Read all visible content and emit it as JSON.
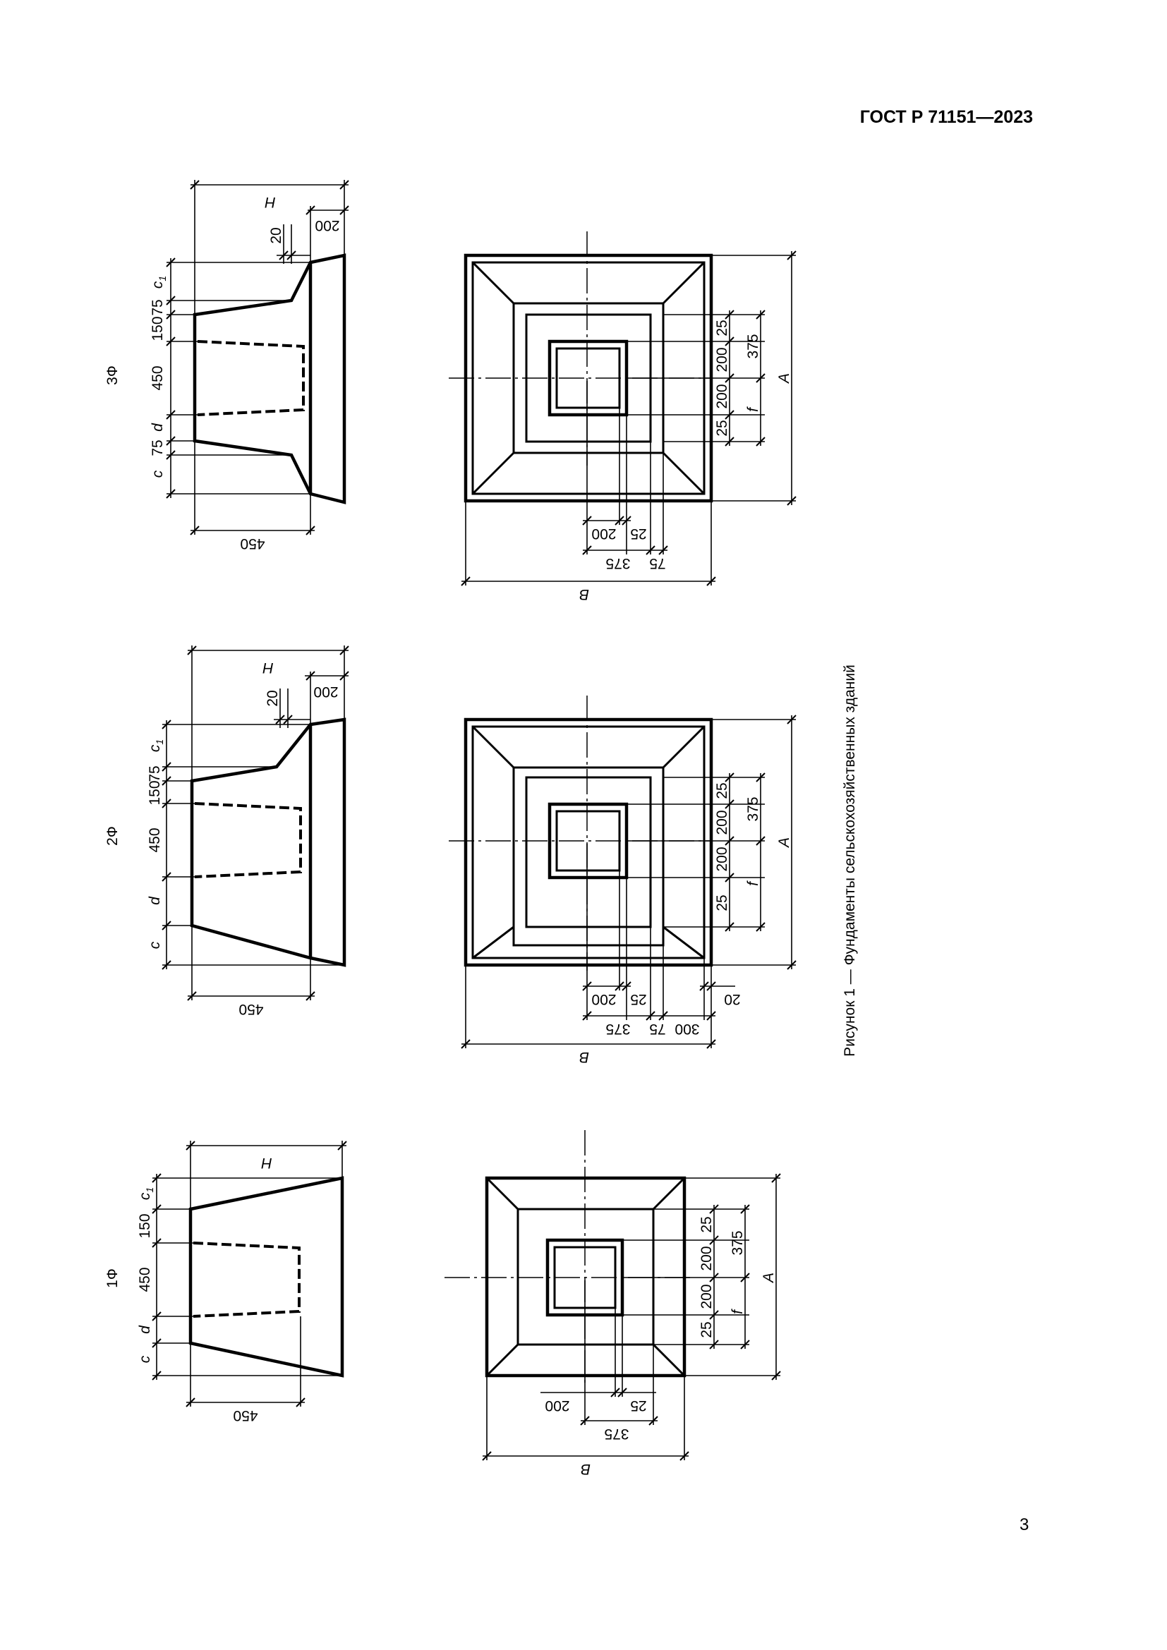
{
  "header": {
    "standard": "ГОСТ Р 71151—2023"
  },
  "page_number": "3",
  "figure": {
    "caption": "Рисунок 1 — Фундаменты сельскохозяйственных зданий",
    "variants": [
      {
        "name": "3Ф",
        "section_dims": {
          "c1": "c",
          "c1_sub": "1",
          "d75a": "75",
          "d150": "150",
          "d450": "450",
          "d75b": "75",
          "d": "d",
          "c": "c",
          "h": "H",
          "h200": "200",
          "h20": "20",
          "w450": "450"
        },
        "plan_dims": {
          "r25a": "25",
          "r200a": "200",
          "r200b": "200",
          "r25b": "25",
          "r375": "375",
          "rf": "f",
          "rA": "A",
          "b200": "200",
          "b25": "25",
          "b375": "375",
          "b75": "75",
          "bB": "B"
        }
      },
      {
        "name": "2Ф",
        "section_dims": {
          "c1": "c",
          "c1_sub": "1",
          "d75": "75",
          "d150": "150",
          "d450": "450",
          "d": "d",
          "c": "c",
          "h": "H",
          "h200": "200",
          "h20": "20",
          "w450": "450"
        },
        "plan_dims": {
          "r25a": "25",
          "r200a": "200",
          "r200b": "200",
          "r25b": "25",
          "r375": "375",
          "rf": "f",
          "rA": "A",
          "b200": "200",
          "b25": "25",
          "b375": "375",
          "b75": "75",
          "b300": "300",
          "b20": "20",
          "bB": "B"
        }
      },
      {
        "name": "1Ф",
        "section_dims": {
          "c1": "c",
          "c1_sub": "1",
          "d150": "150",
          "d450": "450",
          "d": "d",
          "c": "c",
          "h": "H",
          "w450": "450"
        },
        "plan_dims": {
          "r25a": "25",
          "r200a": "200",
          "r200b": "200",
          "r25b": "25",
          "r375": "375",
          "rf": "f",
          "rA": "A",
          "b200": "200",
          "b25": "25",
          "b375": "375",
          "bB": "B"
        }
      }
    ]
  }
}
